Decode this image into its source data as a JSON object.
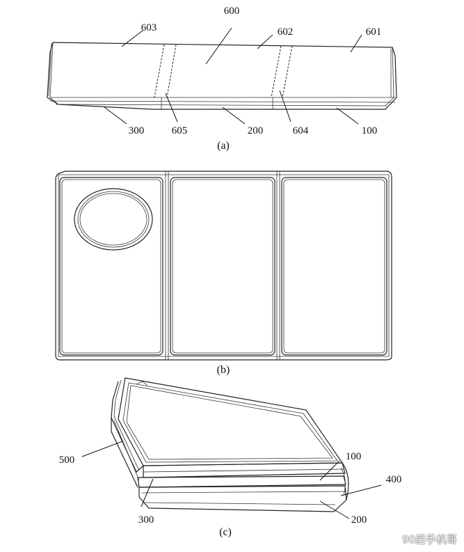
{
  "figure": {
    "captions": {
      "a": "(a)",
      "b": "(b)",
      "c": "(c)"
    },
    "labels_a": {
      "l600": "600",
      "l603": "603",
      "l602": "602",
      "l601": "601",
      "l300": "300",
      "l605": "605",
      "l200": "200",
      "l604": "604",
      "l100": "100"
    },
    "labels_c": {
      "l500": "500",
      "l100": "100",
      "l400": "400",
      "l300": "300",
      "l200": "200"
    }
  },
  "watermark": {
    "text": "90后手机哥"
  }
}
